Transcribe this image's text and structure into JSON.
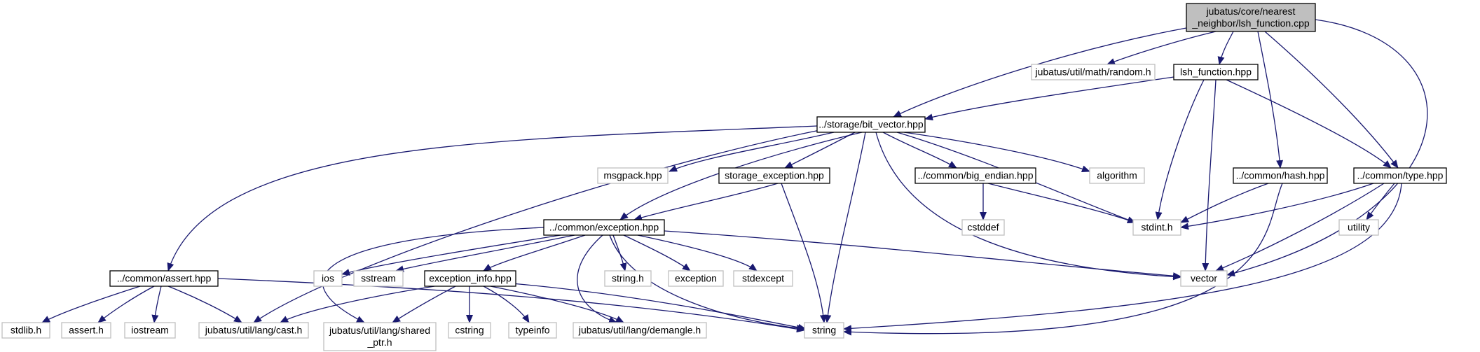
{
  "graph": {
    "colors": {
      "edge": "#191970",
      "root_fill": "#bfbfbf",
      "project_border": "#000000",
      "external_border": "#bfbfbf",
      "node_fill": "#ffffff"
    },
    "nodes": [
      {
        "id": "root",
        "lines": [
          "jubatus/core/nearest",
          "_neighbor/lsh_function.cpp"
        ],
        "kind": "root"
      },
      {
        "id": "random_h",
        "lines": [
          "jubatus/util/math/random.h"
        ],
        "kind": "external"
      },
      {
        "id": "lsh_function_hpp",
        "lines": [
          "lsh_function.hpp"
        ],
        "kind": "project"
      },
      {
        "id": "bit_vector_hpp",
        "lines": [
          "../storage/bit_vector.hpp"
        ],
        "kind": "project"
      },
      {
        "id": "msgpack_hpp",
        "lines": [
          "msgpack.hpp"
        ],
        "kind": "external"
      },
      {
        "id": "storage_exception_hpp",
        "lines": [
          "storage_exception.hpp"
        ],
        "kind": "project"
      },
      {
        "id": "big_endian_hpp",
        "lines": [
          "../common/big_endian.hpp"
        ],
        "kind": "project"
      },
      {
        "id": "algorithm",
        "lines": [
          "algorithm"
        ],
        "kind": "external"
      },
      {
        "id": "hash_hpp",
        "lines": [
          "../common/hash.hpp"
        ],
        "kind": "project"
      },
      {
        "id": "type_hpp",
        "lines": [
          "../common/type.hpp"
        ],
        "kind": "project"
      },
      {
        "id": "cstddef",
        "lines": [
          "cstddef"
        ],
        "kind": "external"
      },
      {
        "id": "stdint_h",
        "lines": [
          "stdint.h"
        ],
        "kind": "external"
      },
      {
        "id": "utility",
        "lines": [
          "utility"
        ],
        "kind": "external"
      },
      {
        "id": "exception_hpp",
        "lines": [
          "../common/exception.hpp"
        ],
        "kind": "project"
      },
      {
        "id": "assert_hpp",
        "lines": [
          "../common/assert.hpp"
        ],
        "kind": "project"
      },
      {
        "id": "ios",
        "lines": [
          "ios"
        ],
        "kind": "external"
      },
      {
        "id": "sstream",
        "lines": [
          "sstream"
        ],
        "kind": "external"
      },
      {
        "id": "exception_info_hpp",
        "lines": [
          "exception_info.hpp"
        ],
        "kind": "project"
      },
      {
        "id": "string_h",
        "lines": [
          "string.h"
        ],
        "kind": "external"
      },
      {
        "id": "exception",
        "lines": [
          "exception"
        ],
        "kind": "external"
      },
      {
        "id": "stdexcept",
        "lines": [
          "stdexcept"
        ],
        "kind": "external"
      },
      {
        "id": "vector",
        "lines": [
          "vector"
        ],
        "kind": "external"
      },
      {
        "id": "stdlib_h",
        "lines": [
          "stdlib.h"
        ],
        "kind": "external"
      },
      {
        "id": "assert_h",
        "lines": [
          "assert.h"
        ],
        "kind": "external"
      },
      {
        "id": "iostream",
        "lines": [
          "iostream"
        ],
        "kind": "external"
      },
      {
        "id": "cast_h",
        "lines": [
          "jubatus/util/lang/cast.h"
        ],
        "kind": "external"
      },
      {
        "id": "shared_ptr_h",
        "lines": [
          "jubatus/util/lang/shared",
          "_ptr.h"
        ],
        "kind": "external"
      },
      {
        "id": "cstring",
        "lines": [
          "cstring"
        ],
        "kind": "external"
      },
      {
        "id": "typeinfo",
        "lines": [
          "typeinfo"
        ],
        "kind": "external"
      },
      {
        "id": "demangle_h",
        "lines": [
          "jubatus/util/lang/demangle.h"
        ],
        "kind": "external"
      },
      {
        "id": "string",
        "lines": [
          "string"
        ],
        "kind": "external"
      }
    ],
    "edges": [
      {
        "from": "root",
        "to": "random_h"
      },
      {
        "from": "root",
        "to": "lsh_function_hpp"
      },
      {
        "from": "root",
        "to": "bit_vector_hpp"
      },
      {
        "from": "root",
        "to": "hash_hpp"
      },
      {
        "from": "root",
        "to": "type_hpp"
      },
      {
        "from": "root",
        "to": "vector"
      },
      {
        "from": "lsh_function_hpp",
        "to": "bit_vector_hpp"
      },
      {
        "from": "lsh_function_hpp",
        "to": "stdint_h"
      },
      {
        "from": "lsh_function_hpp",
        "to": "vector"
      },
      {
        "from": "lsh_function_hpp",
        "to": "type_hpp"
      },
      {
        "from": "bit_vector_hpp",
        "to": "msgpack_hpp"
      },
      {
        "from": "bit_vector_hpp",
        "to": "storage_exception_hpp"
      },
      {
        "from": "bit_vector_hpp",
        "to": "big_endian_hpp"
      },
      {
        "from": "bit_vector_hpp",
        "to": "algorithm"
      },
      {
        "from": "bit_vector_hpp",
        "to": "stdint_h"
      },
      {
        "from": "bit_vector_hpp",
        "to": "exception_hpp"
      },
      {
        "from": "bit_vector_hpp",
        "to": "assert_hpp"
      },
      {
        "from": "bit_vector_hpp",
        "to": "cast_h"
      },
      {
        "from": "bit_vector_hpp",
        "to": "string"
      },
      {
        "from": "bit_vector_hpp",
        "to": "vector"
      },
      {
        "from": "storage_exception_hpp",
        "to": "exception_hpp"
      },
      {
        "from": "storage_exception_hpp",
        "to": "string"
      },
      {
        "from": "big_endian_hpp",
        "to": "cstddef"
      },
      {
        "from": "big_endian_hpp",
        "to": "stdint_h"
      },
      {
        "from": "hash_hpp",
        "to": "stdint_h"
      },
      {
        "from": "hash_hpp",
        "to": "string"
      },
      {
        "from": "type_hpp",
        "to": "stdint_h"
      },
      {
        "from": "type_hpp",
        "to": "utility"
      },
      {
        "from": "type_hpp",
        "to": "vector"
      },
      {
        "from": "type_hpp",
        "to": "string"
      },
      {
        "from": "exception_hpp",
        "to": "ios"
      },
      {
        "from": "exception_hpp",
        "to": "sstream"
      },
      {
        "from": "exception_hpp",
        "to": "exception_info_hpp"
      },
      {
        "from": "exception_hpp",
        "to": "string_h"
      },
      {
        "from": "exception_hpp",
        "to": "exception"
      },
      {
        "from": "exception_hpp",
        "to": "stdexcept"
      },
      {
        "from": "exception_hpp",
        "to": "vector"
      },
      {
        "from": "exception_hpp",
        "to": "shared_ptr_h"
      },
      {
        "from": "exception_hpp",
        "to": "demangle_h"
      },
      {
        "from": "exception_hpp",
        "to": "string"
      },
      {
        "from": "assert_hpp",
        "to": "stdlib_h"
      },
      {
        "from": "assert_hpp",
        "to": "assert_h"
      },
      {
        "from": "assert_hpp",
        "to": "iostream"
      },
      {
        "from": "assert_hpp",
        "to": "cast_h"
      },
      {
        "from": "assert_hpp",
        "to": "string"
      },
      {
        "from": "exception_info_hpp",
        "to": "cast_h"
      },
      {
        "from": "exception_info_hpp",
        "to": "shared_ptr_h"
      },
      {
        "from": "exception_info_hpp",
        "to": "cstring"
      },
      {
        "from": "exception_info_hpp",
        "to": "typeinfo"
      },
      {
        "from": "exception_info_hpp",
        "to": "demangle_h"
      },
      {
        "from": "exception_info_hpp",
        "to": "string"
      }
    ]
  }
}
